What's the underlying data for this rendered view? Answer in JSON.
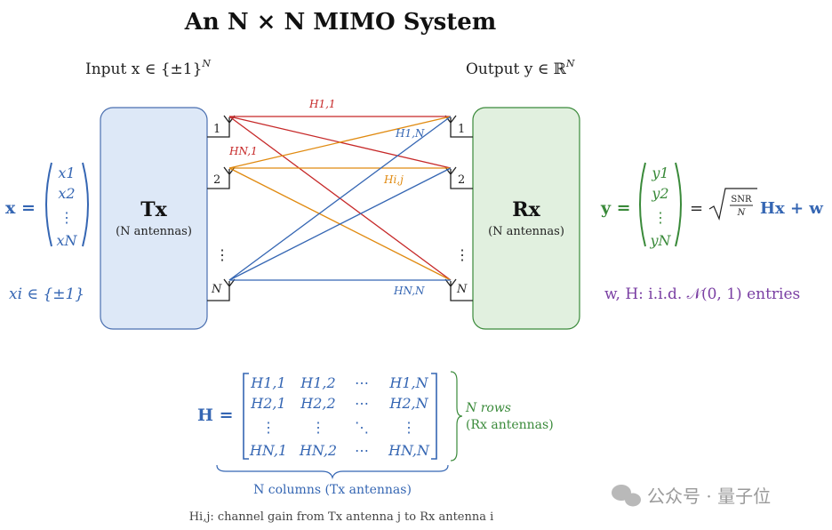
{
  "title": "An N × N MIMO System",
  "input_label": "Input x ∈ {±1}",
  "input_sup": "N",
  "output_label": "Output y ∈ ℝ",
  "output_sup": "N",
  "tx": {
    "name": "Tx",
    "sub": "(N antennas)"
  },
  "rx": {
    "name": "Rx",
    "sub": "(N antennas)"
  },
  "antenna_labels": {
    "first": "1",
    "second": "2",
    "last": "N",
    "dots": "⋮"
  },
  "path_labels": {
    "h11": "H1,1",
    "hn1": "HN,1",
    "h1n": "H1,N",
    "hij": "Hi,j",
    "hnn": "HN,N"
  },
  "x_vector": {
    "lhs": "x =",
    "entries": [
      "x1",
      "x2",
      "⋮",
      "xN"
    ]
  },
  "xi_domain": "xi ∈ {±1}",
  "y_vector": {
    "lhs": "y =",
    "entries": [
      "y1",
      "y2",
      "⋮",
      "yN"
    ],
    "rhs": "Hx + w",
    "snr": "SNR",
    "snr_den": "N",
    "eq": "="
  },
  "noise_note": "w,  H:  i.i.d. 𝒩(0, 1) entries",
  "matrix": {
    "lhs": "H =",
    "rows": [
      [
        "H1,1",
        "H1,2",
        "⋯",
        "H1,N"
      ],
      [
        "H2,1",
        "H2,2",
        "⋯",
        "H2,N"
      ],
      [
        "⋮",
        "⋮",
        "⋱",
        "⋮"
      ],
      [
        "HN,1",
        "HN,2",
        "⋯",
        "HN,N"
      ]
    ],
    "rows_note": [
      "N rows",
      "(Rx antennas)"
    ],
    "cols_note": "N columns (Tx antennas)"
  },
  "caption": "Hi,j: channel gain from Tx antenna j to Rx antenna i",
  "watermark": "公众号 · 量子位",
  "colors": {
    "blue": "#3566b3",
    "green": "#3a8a3a",
    "purple": "#7a3fa3",
    "red": "#c62828",
    "orange": "#e08a10",
    "tx_fill": "#dde8f7",
    "rx_fill": "#e1f0df"
  }
}
